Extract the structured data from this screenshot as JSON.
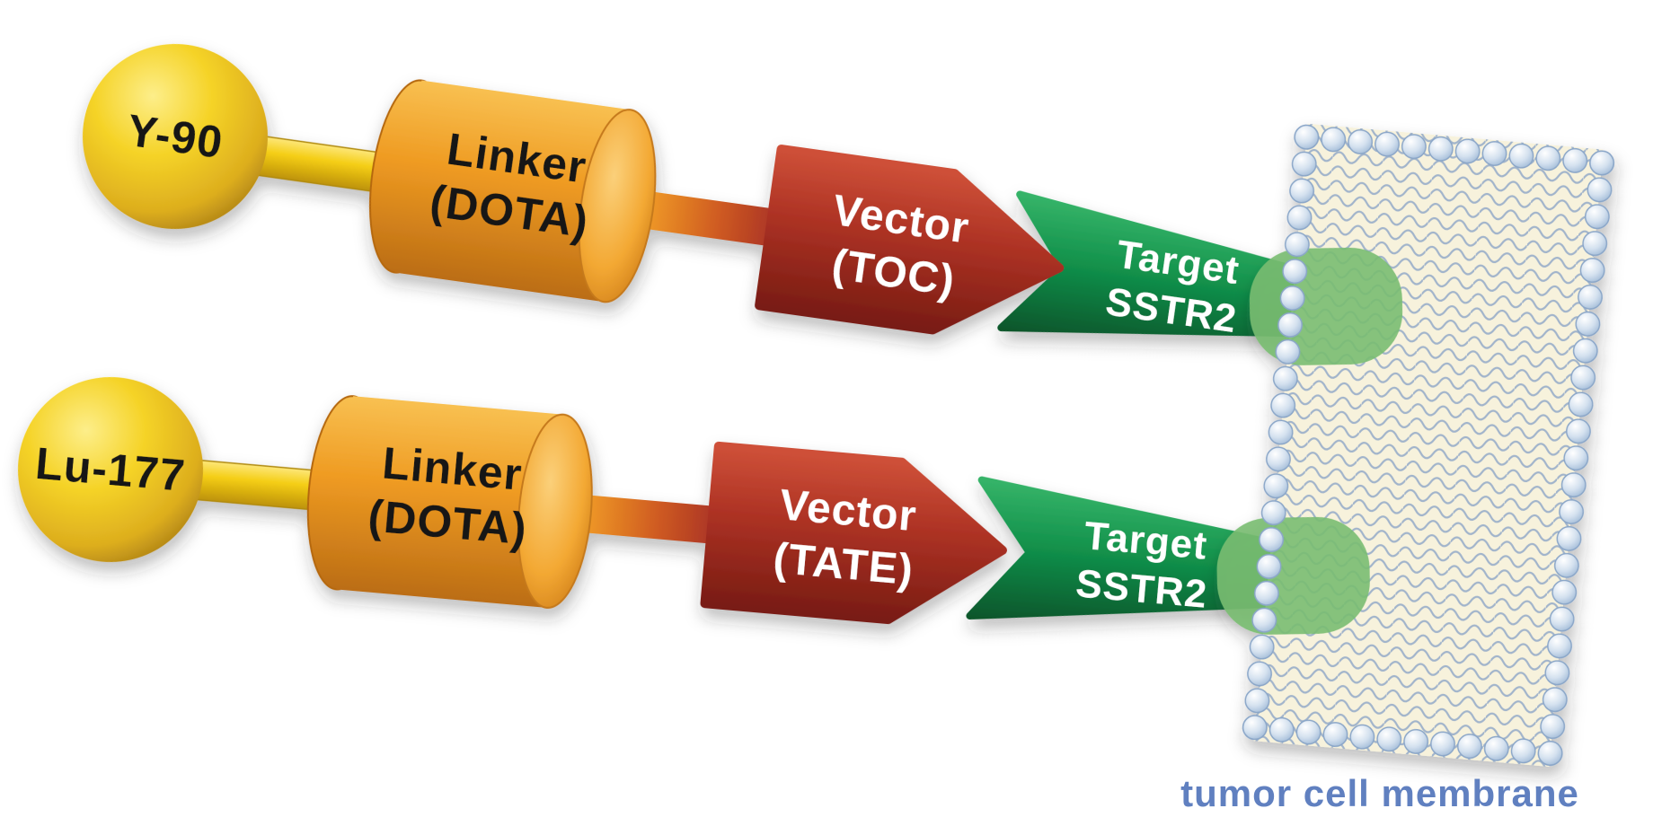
{
  "rows": [
    {
      "radionuclide": "Y-90",
      "linker": {
        "line1": "Linker",
        "line2": "(DOTA)"
      },
      "vector": {
        "line1": "Vector",
        "line2": "(TOC)"
      },
      "target": {
        "line1": "Target",
        "line2": "SSTR2"
      }
    },
    {
      "radionuclide": "Lu-177",
      "linker": {
        "line1": "Linker",
        "line2": "(DOTA)"
      },
      "vector": {
        "line1": "Vector",
        "line2": "(TATE)"
      },
      "target": {
        "line1": "Target",
        "line2": "SSTR2"
      }
    }
  ],
  "membrane": {
    "label": "tumor cell membrane"
  },
  "colors": {
    "radionuclide": "#f5d327",
    "linker": "#ef9b22",
    "vector": "#ad3224",
    "target": "#12914b",
    "receptor": "#79bd71",
    "lipid_head": "#d4e1ef",
    "membrane_label": "#6080c0"
  }
}
